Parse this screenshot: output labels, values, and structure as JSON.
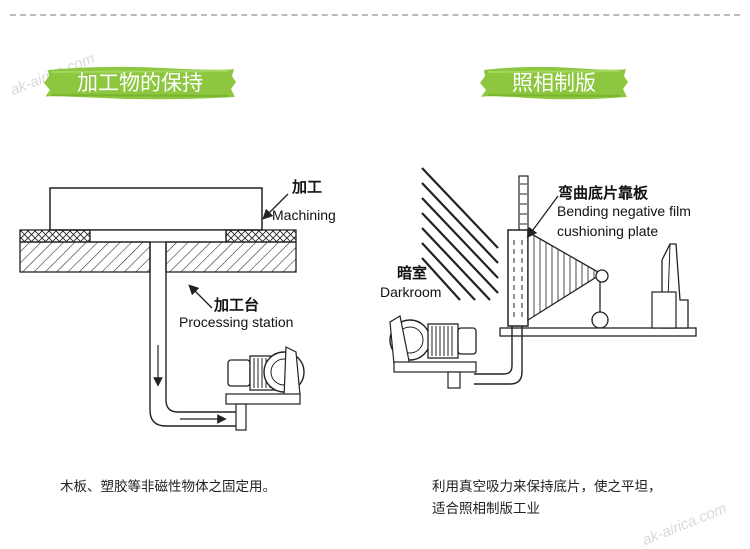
{
  "left": {
    "banner": "加工物的保持",
    "machining_cn": "加工",
    "machining_en": "Machining",
    "station_cn": "加工台",
    "station_en": "Processing station",
    "caption": "木板、塑胶等非磁性物体之固定用。"
  },
  "right": {
    "banner": "照相制版",
    "plate_cn": "弯曲底片靠板",
    "plate_en_1": "Bending negative film",
    "plate_en_2": "cushioning plate",
    "darkroom_cn": "暗室",
    "darkroom_en": "Darkroom",
    "caption_1": "利用真空吸力来保持底片，使之平坦，",
    "caption_2": "适合照相制版工业"
  },
  "watermark_top": "ak-airica.com",
  "watermark_bottom": "ak-airica.com",
  "colors": {
    "banner_green": "#8dc63f",
    "line": "#222222",
    "dash": "#b9b9b9"
  }
}
